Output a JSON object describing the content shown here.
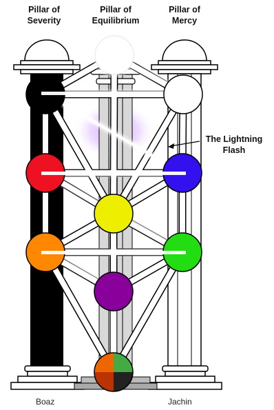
{
  "labels": {
    "pillar_severity": [
      "Pillar of",
      "Severity"
    ],
    "pillar_equilibrium": [
      "Pillar of",
      "Equilibrium"
    ],
    "pillar_mercy": [
      "Pillar of",
      "Mercy"
    ],
    "lightning_flash": [
      "The Lightning",
      "Flash"
    ],
    "boaz": "Boaz",
    "jachin": "Jachin"
  },
  "sephiroth": [
    {
      "id": "kether",
      "color": "#ffffff"
    },
    {
      "id": "chokmah",
      "color": "#ffffff"
    },
    {
      "id": "binah",
      "color": "#000000"
    },
    {
      "id": "chesed",
      "color": "#3311ee"
    },
    {
      "id": "geburah",
      "color": "#ee1122"
    },
    {
      "id": "tiphareth",
      "color": "#eeee00"
    },
    {
      "id": "netzach",
      "color": "#22dd11"
    },
    {
      "id": "hod",
      "color": "#ff8800"
    },
    {
      "id": "yesod",
      "color": "#880099"
    },
    {
      "id": "malkuth",
      "colors": [
        "#ee6600",
        "#44aa44",
        "#222222",
        "#bb3300"
      ]
    }
  ]
}
